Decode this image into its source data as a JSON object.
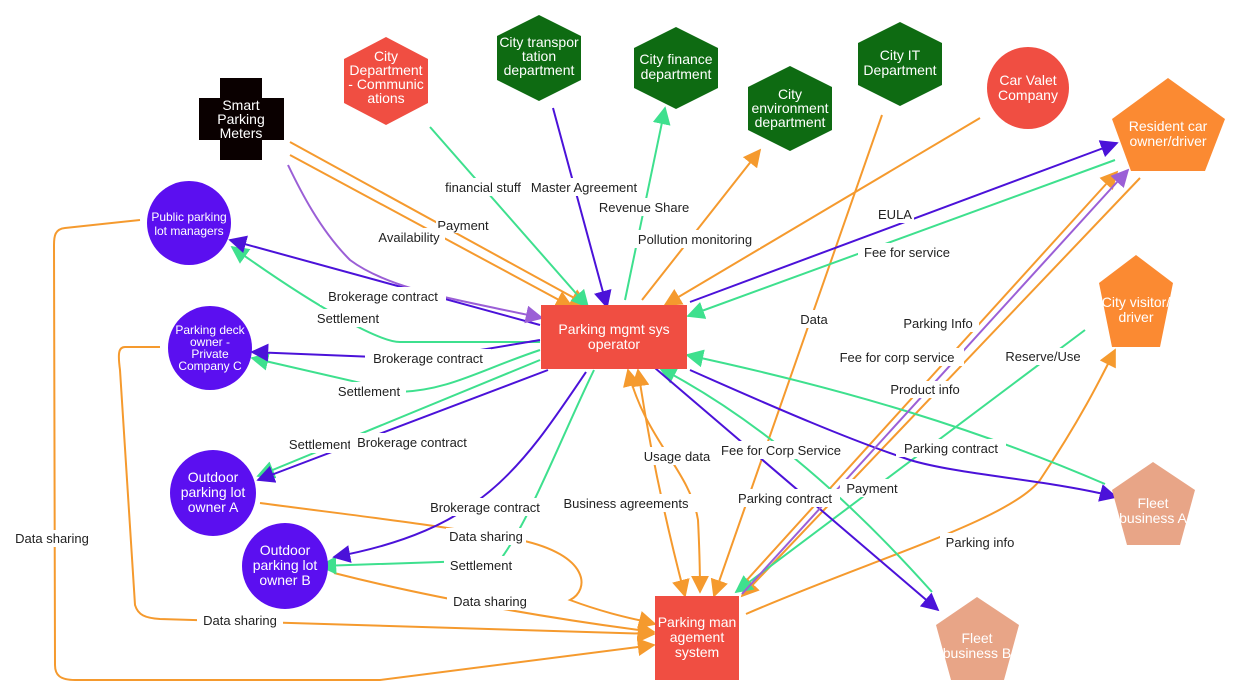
{
  "colors": {
    "orange": "#f59a2e",
    "green": "#3ee08e",
    "blue": "#4b12d9",
    "purple": "#9b5fd6",
    "red": "#f04e42",
    "dark_green": "#0e6b12",
    "violet": "#5b0ff0",
    "salmon": "#e8a587",
    "bright_orange": "#fb8a32",
    "black": "#0a0000"
  },
  "nodes": {
    "smart_meters": [
      "Smart",
      "Parking",
      "Meters"
    ],
    "city_comm": [
      "City",
      "Department",
      "- Communic",
      "ations"
    ],
    "city_transport": [
      "City transpor",
      "tation",
      "department"
    ],
    "city_finance": [
      "City finance",
      "department"
    ],
    "city_env": [
      "City",
      "environment",
      "department"
    ],
    "city_it": [
      "City IT",
      "Department"
    ],
    "car_valet": [
      "Car Valet",
      "Company"
    ],
    "resident": [
      "Resident car",
      "owner/driver"
    ],
    "visitor": [
      "City visitor/",
      "driver"
    ],
    "fleet_a": [
      "Fleet",
      "business A"
    ],
    "fleet_b": [
      "Fleet",
      "business B"
    ],
    "public_parking": [
      "Public parking",
      "lot managers"
    ],
    "deck_owner": [
      "Parking deck",
      "owner -",
      "Private",
      "Company C"
    ],
    "outdoor_a": [
      "Outdoor",
      "parking lot",
      "owner A"
    ],
    "outdoor_b": [
      "Outdoor",
      "parking lot",
      "owner B"
    ],
    "operator": [
      "Parking mgmt sys",
      "operator"
    ],
    "mgmt_system": [
      "Parking man",
      "agement",
      "system"
    ]
  },
  "edge_labels": {
    "financial_stuff": "financial stuff",
    "master_agreement": "Master Agreement",
    "payment_meters": "Payment",
    "revenue_share": "Revenue Share",
    "availability": "Availability",
    "pollution": "Pollution monitoring",
    "eula": "EULA",
    "fee_for_service": "Fee for service",
    "brokerage_public": "Brokerage contract",
    "settlement_public": "Settlement",
    "data": "Data",
    "parking_info_res": "Parking Info",
    "brokerage_deck": "Brokerage contract",
    "fee_corp": "Fee for corp service",
    "reserve_use": "Reserve/Use",
    "settlement_deck": "Settlement",
    "product_info": "Product info",
    "settlement_a": "Settlement",
    "brokerage_a": "Brokerage contract",
    "parking_contract_a": "Parking contract",
    "usage_data": "Usage data",
    "fee_corp_service": "Fee for Corp Service",
    "payment_fleet": "Payment",
    "parking_contract_b": "Parking contract",
    "business_agreements": "Business agreements",
    "brokerage_b": "Brokerage contract",
    "data_sharing_a": "Data sharing",
    "parking_info_vis": "Parking info",
    "data_sharing_left": "Data sharing",
    "settlement_b": "Settlement",
    "data_sharing_b": "Data sharing",
    "data_sharing_deck": "Data sharing"
  }
}
